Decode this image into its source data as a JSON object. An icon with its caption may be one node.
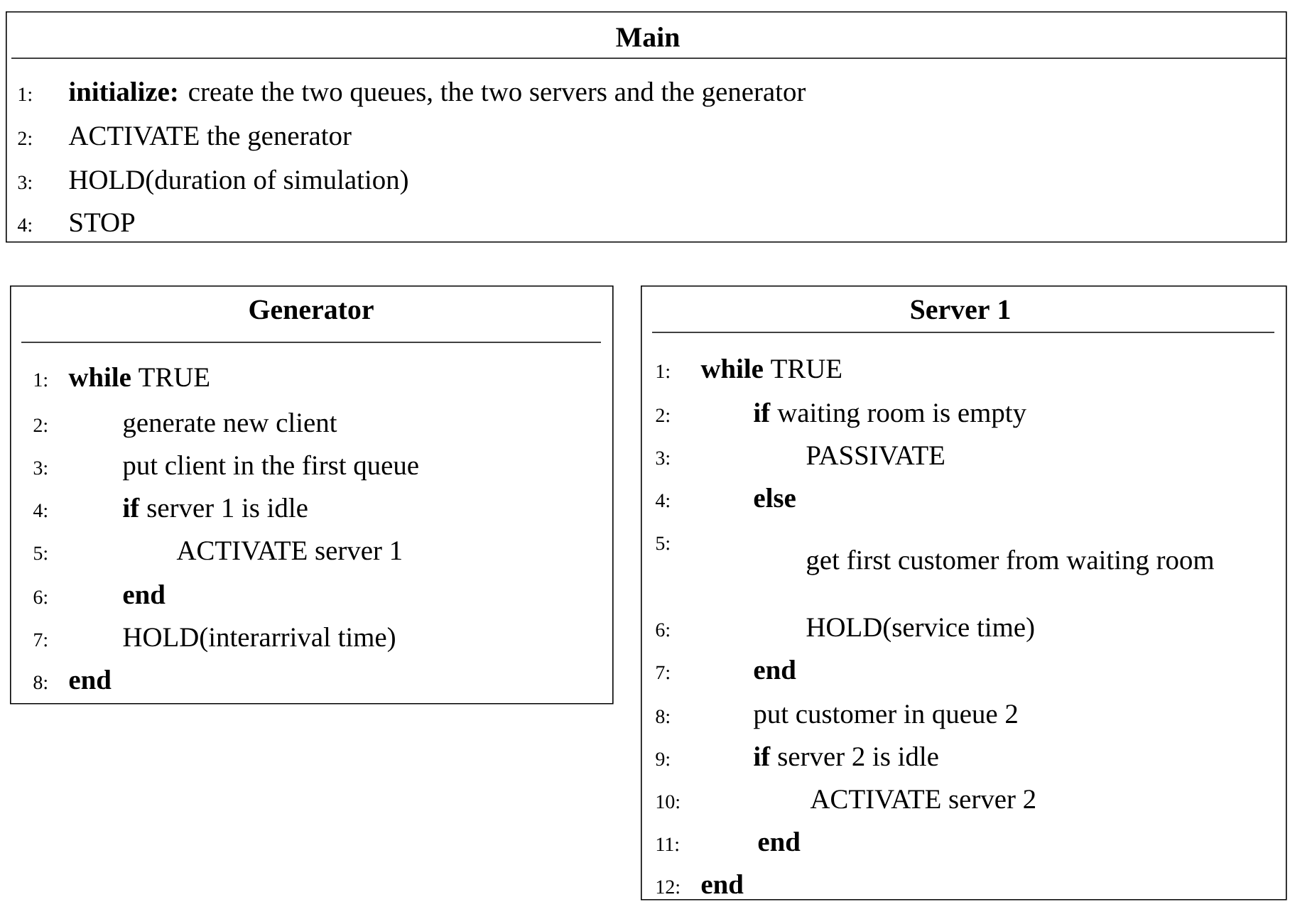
{
  "diagram": {
    "nodes": [
      {
        "text": [
          "Main",
          "1:",
          "**initialize:** create the two queues, the two servers and the generator",
          "2:",
          "ACTIVATE the generator",
          "3:",
          "HOLD(duration of simulation)",
          "4:",
          "STOP"
        ]
      },
      {
        "text": [
          "Generator",
          "1:",
          "**while** TRUE",
          "2:",
          "generate new client",
          "3:",
          "put client in the first queue",
          "4:",
          "**if** server 1 is idle",
          "5:",
          "ACTIVATE server 1",
          "6:",
          "end",
          "7:",
          "HOLD(interarrival time)",
          "8:",
          "end"
        ]
      },
      {
        "text": [
          "Server 1",
          "1:",
          "**while** TRUE",
          "2:",
          "**if** waiting room is empty",
          "3:",
          "PASSIVATE",
          "4:",
          "else",
          "5:",
          "get first customer from waiting room",
          "6:",
          "HOLD(service time)",
          "7:",
          "end",
          "8:",
          "put customer in queue 2",
          "9:",
          "**if** server 2 is idle",
          "10:",
          "ACTIVATE server 2",
          "11:",
          "end",
          "12:",
          "end"
        ]
      }
    ]
  }
}
